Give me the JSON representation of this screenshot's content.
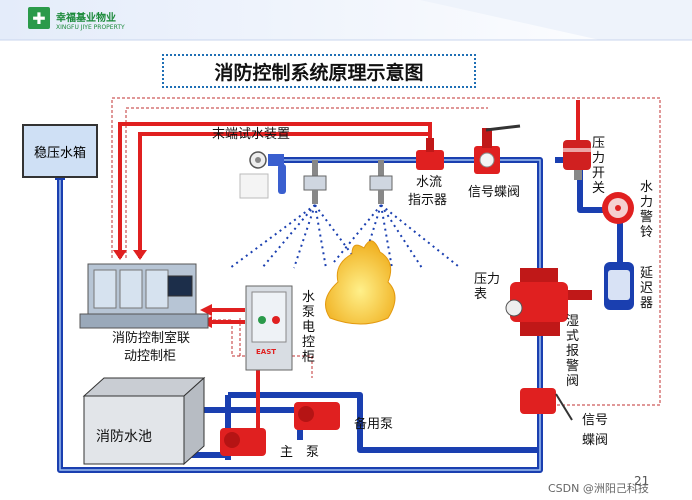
{
  "header": {
    "logo_text_cn": "幸福基业物业",
    "logo_text_en": "XINGFU JIYE PROPERTY"
  },
  "title": "消防控制系统原理示意图",
  "labels": {
    "tank": "稳压水箱",
    "end_test": "末端试水装置",
    "flow_indicator_1": "水流",
    "flow_indicator_2": "指示器",
    "signal_butterfly": "信号蝶阀",
    "pressure_switch": "压力开关",
    "water_bell": "水力警铃",
    "delay": "延迟器",
    "pressure_gauge": "压力表",
    "wet_alarm_valve": "湿式报警阀",
    "pump_control": "水泵电控柜",
    "control_room_1": "消防控制室联",
    "control_room_2": "动控制柜",
    "pool": "消防水池",
    "backup_pump": "备用泵",
    "main_pump": "主　泵",
    "signal_2": "信号",
    "butterfly_2": "蝶阀",
    "cabinet_brand": "EAST"
  },
  "footer": {
    "page_number": "21",
    "watermark": "CSDN @洲阳己科技"
  },
  "colors": {
    "pipe_blue": "#1a3fb0",
    "pipe_red": "#e02020",
    "signal_dashed": "#c03030",
    "accent_green": "#1b8a3a"
  }
}
